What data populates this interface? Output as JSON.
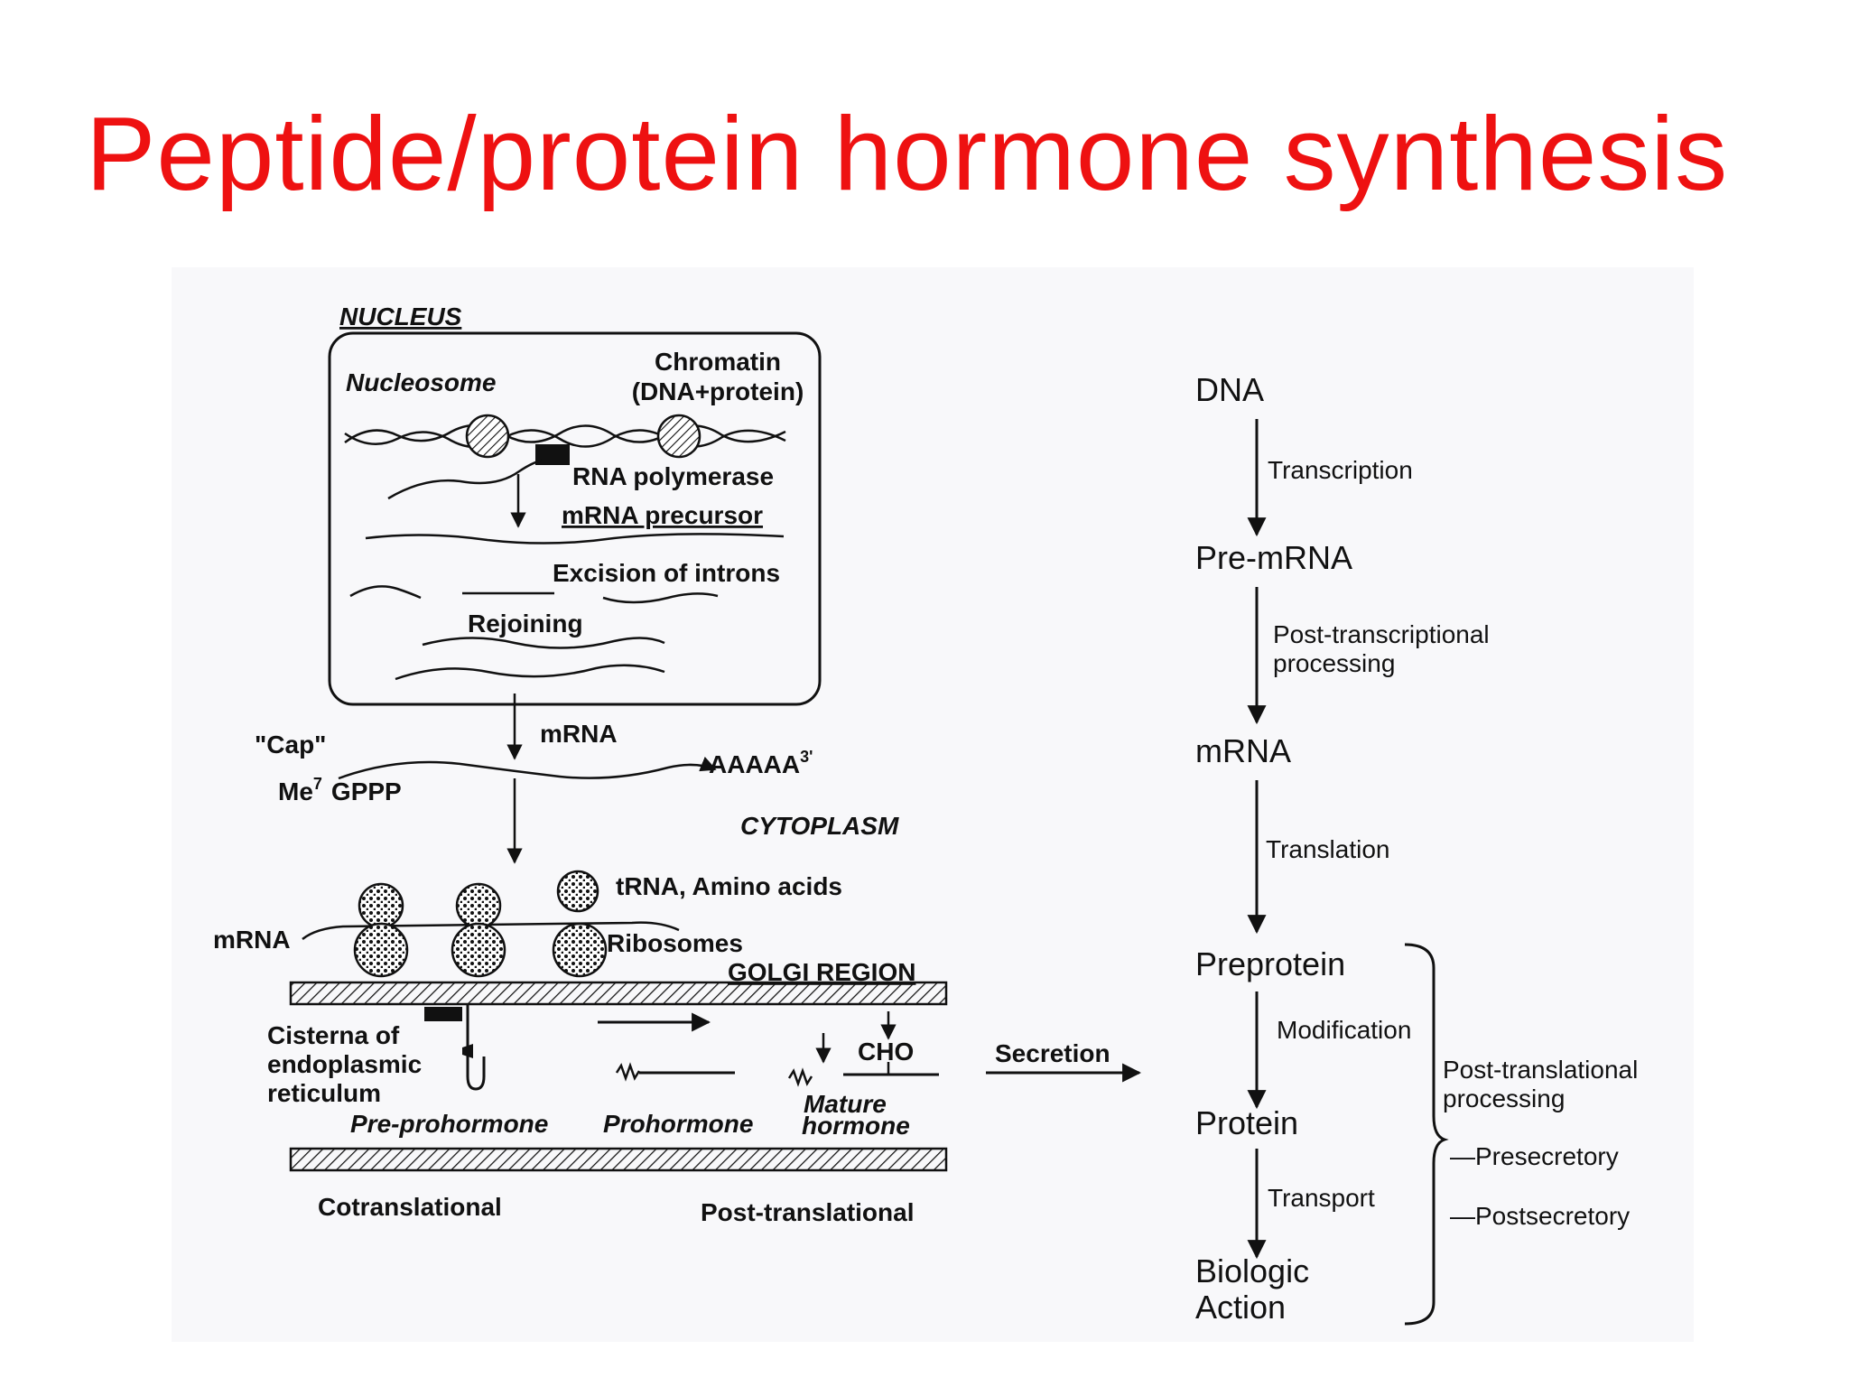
{
  "title": "Peptide/protein hormone synthesis",
  "colors": {
    "title": "#ee1111",
    "panel": "#f8f8fa",
    "ink": "#111111"
  },
  "left_diagram": {
    "nucleus": "NUCLEUS",
    "nucleosome": "Nucleosome",
    "chromatin_line1": "Chromatin",
    "chromatin_line2": "(DNA+protein)",
    "rna_polymerase": "RNA polymerase",
    "mrna_precursor": "mRNA precursor",
    "excision": "Excision of introns",
    "rejoining": "Rejoining",
    "cap": "\"Cap\"",
    "me_prefix": "Me",
    "me_sup": "7",
    "gppp": "GPPP",
    "mrna_top": "mRNA",
    "aaaaa": "AAAAA",
    "aaaaa_sup": "3'",
    "cytoplasm": "CYTOPLASM",
    "trna": "tRNA, Amino acids",
    "mrna_left": "mRNA",
    "ribosomes": "Ribosomes",
    "golgi": "GOLGI REGION",
    "cisterna_line1": "Cisterna of",
    "cisterna_line2": "endoplasmic",
    "cisterna_line3": "reticulum",
    "cho": "CHO",
    "pre_prohormone": "Pre-prohormone",
    "prohormone": "Prohormone",
    "mature_line1": "Mature",
    "mature_line2": "hormone",
    "cotranslational": "Cotranslational",
    "post_translational": "Post-translational",
    "secretion": "Secretion"
  },
  "flow": {
    "nodes": [
      "DNA",
      "Pre-mRNA",
      "mRNA",
      "Preprotein",
      "Protein",
      "Biologic",
      "Action"
    ],
    "edges": [
      "Transcription",
      "Post-transcriptional",
      "processing",
      "Translation",
      "Modification",
      "Transport"
    ],
    "bracket_line1": "Post-translational",
    "bracket_line2": "processing",
    "presecretory": "—Presecretory",
    "postsecretory": "—Postsecretory"
  }
}
